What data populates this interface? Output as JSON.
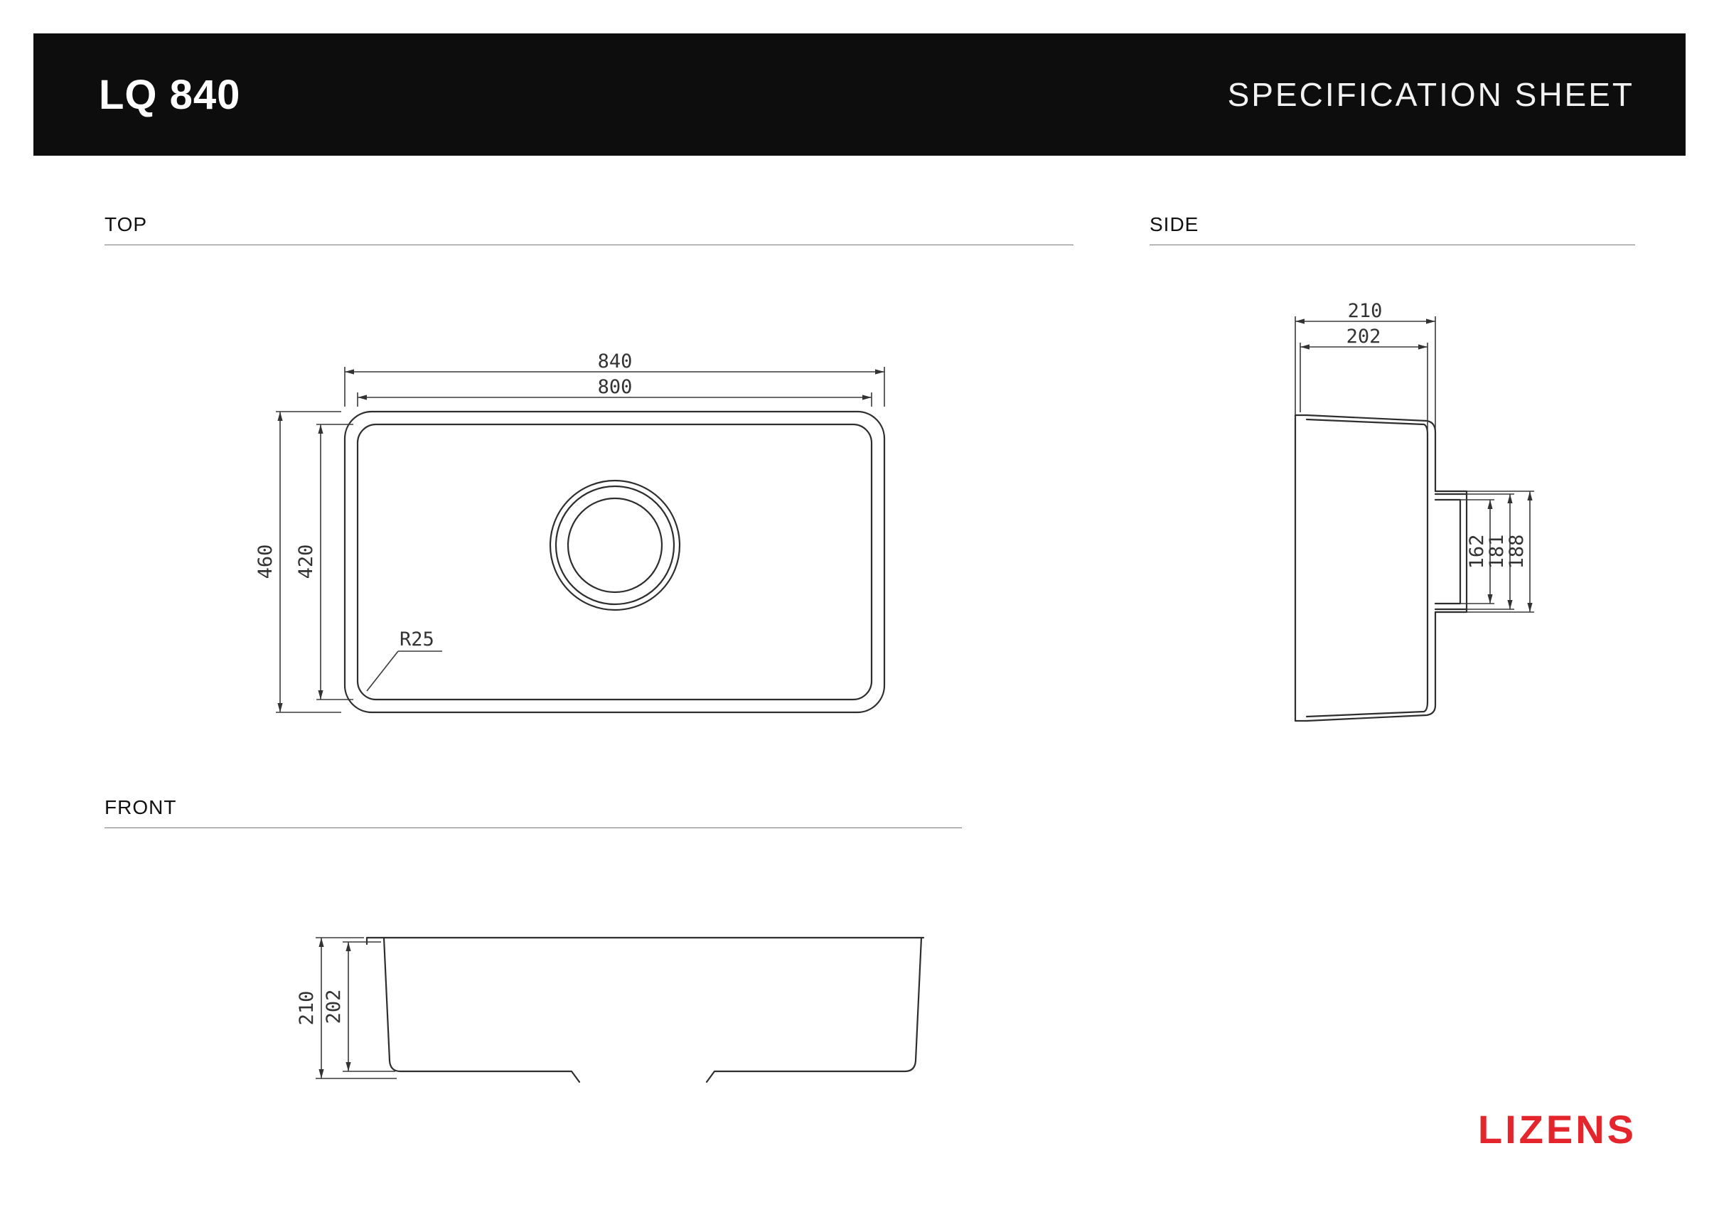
{
  "header": {
    "model": "LQ 840",
    "title": "SPECIFICATION SHEET"
  },
  "views": {
    "top": {
      "label": "TOP",
      "dims": {
        "outer_width": "840",
        "inner_width": "800",
        "outer_depth": "460",
        "inner_depth": "420",
        "corner_radius": "R25"
      }
    },
    "side": {
      "label": "SIDE",
      "dims": {
        "outer_height": "210",
        "inner_height": "202",
        "drain_inner": "162",
        "drain_mid": "181",
        "drain_outer": "188"
      }
    },
    "front": {
      "label": "FRONT",
      "dims": {
        "outer_height": "210",
        "inner_height": "202"
      }
    }
  },
  "logo": {
    "text": "LIZENS"
  },
  "colors": {
    "accent_red": "#E4252B",
    "header_bg": "#0d0d0d",
    "line": "#333333"
  }
}
